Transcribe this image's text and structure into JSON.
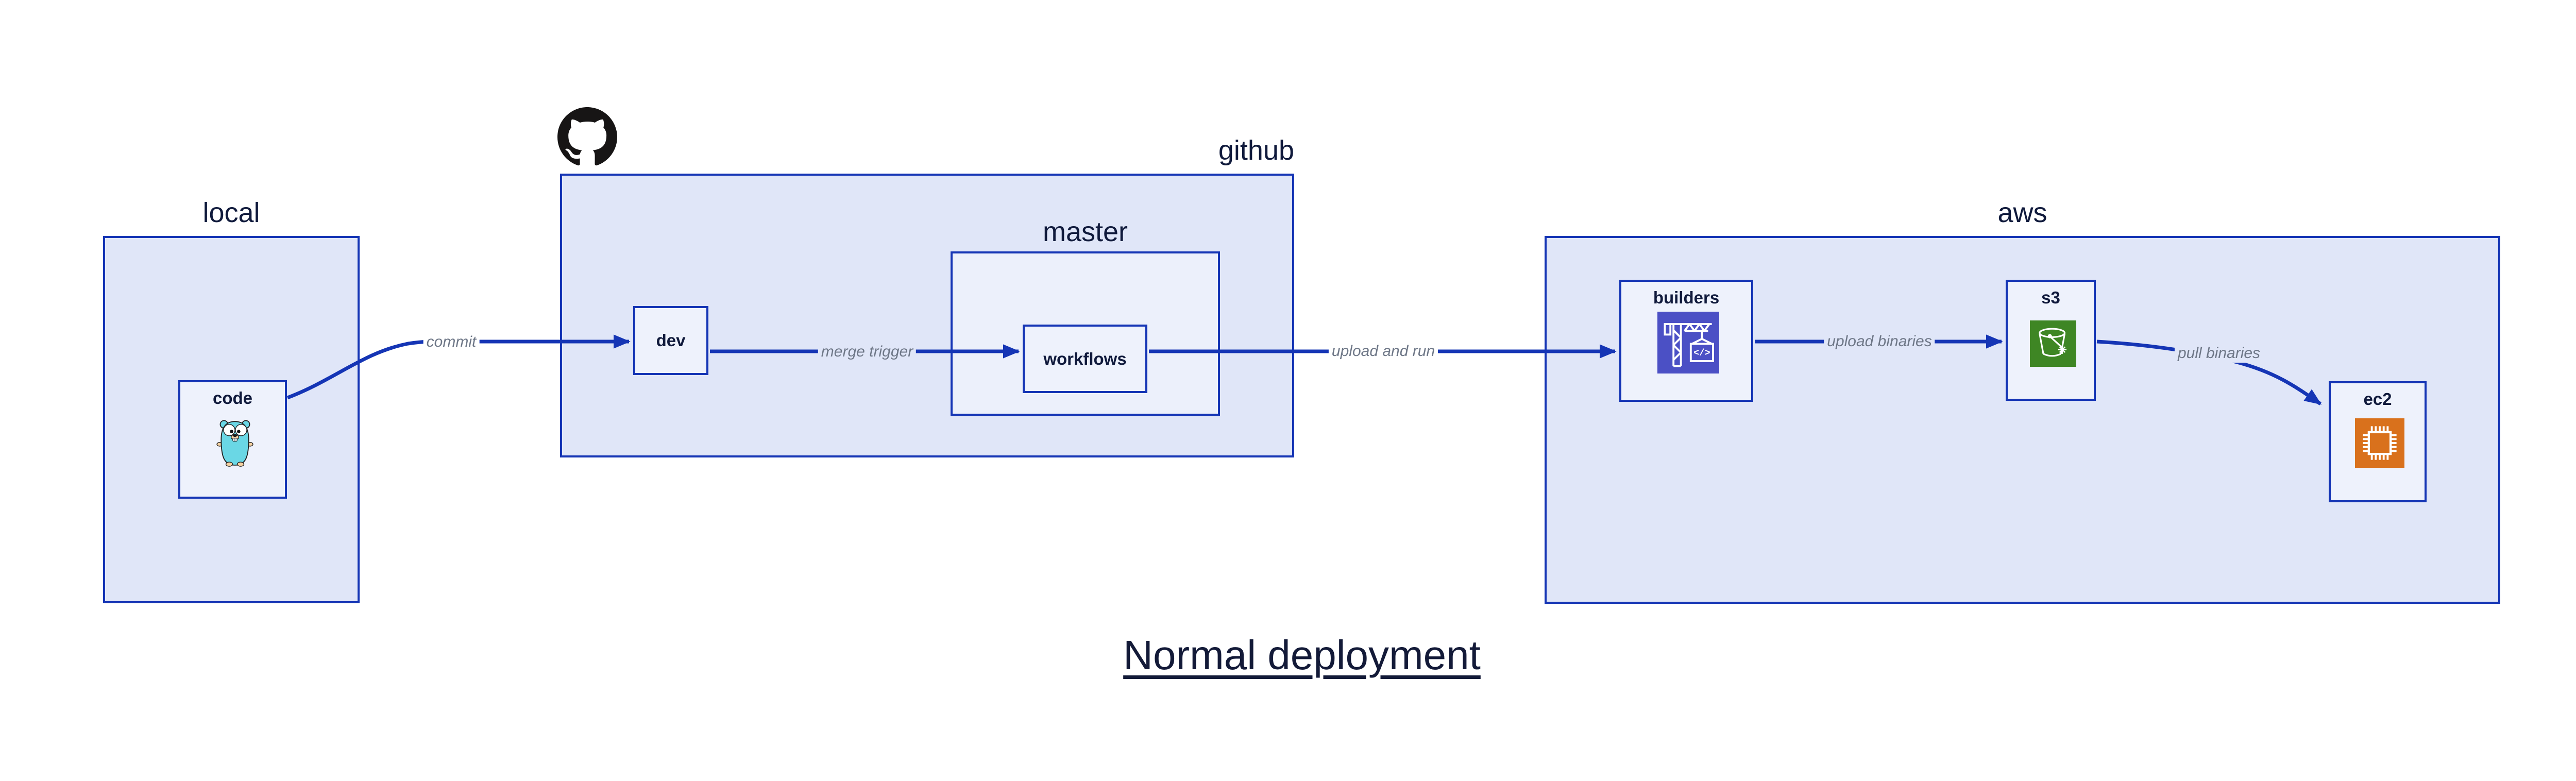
{
  "title": "Normal deployment",
  "containers": {
    "local": {
      "label": "local"
    },
    "github": {
      "label": "github"
    },
    "master": {
      "label": "master"
    },
    "aws": {
      "label": "aws"
    }
  },
  "nodes": {
    "code": {
      "label": "code",
      "icon": "go-gopher-icon"
    },
    "dev": {
      "label": "dev"
    },
    "workflows": {
      "label": "workflows"
    },
    "builders": {
      "label": "builders",
      "icon": "codebuild-crane-icon",
      "icon_text": "</>"
    },
    "s3": {
      "label": "s3",
      "icon": "s3-bucket-icon"
    },
    "ec2": {
      "label": "ec2",
      "icon": "ec2-chip-icon"
    }
  },
  "edges": [
    {
      "from": "code",
      "to": "dev",
      "label": "commit"
    },
    {
      "from": "dev",
      "to": "workflows",
      "label": "merge trigger"
    },
    {
      "from": "workflows",
      "to": "builders",
      "label": "upload and run"
    },
    {
      "from": "builders",
      "to": "s3",
      "label": "upload binaries"
    },
    {
      "from": "s3",
      "to": "ec2",
      "label": "pull binaries"
    }
  ],
  "logo": {
    "name": "github-octocat-icon"
  },
  "colors": {
    "edge_blue": "#1535b5",
    "container_fill": "#e0e6f8",
    "node_fill": "#eef2fc",
    "label_navy": "#101a3c",
    "edge_label_gray": "#6e7787",
    "codebuild_purple": "#4B50C5",
    "s3_green": "#3E8624",
    "ec2_orange": "#D9711C",
    "gopher_teal": "#6AD7E5",
    "github_black": "#171515"
  }
}
